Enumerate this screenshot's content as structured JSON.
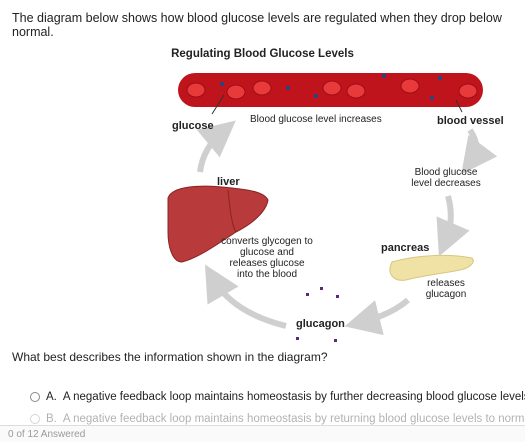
{
  "intro_text": "The diagram below shows how blood glucose levels are regulated when they drop below normal.",
  "diagram": {
    "title": "Regulating Blood Glucose Levels",
    "labels": {
      "glucose": "glucose",
      "blood_glucose_increases": "Blood glucose level increases",
      "blood_vessel": "blood vessel",
      "liver": "liver",
      "blood_glucose_decreases_1": "Blood glucose",
      "blood_glucose_decreases_2": "level decreases",
      "converts_1": "converts glycogen to",
      "converts_2": "glucose and",
      "converts_3": "releases glucose",
      "converts_4": "into the blood",
      "pancreas": "pancreas",
      "releases_1": "releases",
      "releases_2": "glucagon",
      "glucagon": "glucagon"
    },
    "colors": {
      "vessel": "#c0141c",
      "cell": "#e83a3a",
      "liver": "#b83a3a",
      "pancreas": "#f0e2a4",
      "arrow": "#cfcfcf",
      "glucagon_dot": "#5a2a7a",
      "glucose_dot": "#1a4a8a"
    }
  },
  "question": "What best describes the information shown in the diagram?",
  "options": [
    {
      "letter": "A.",
      "text": "A negative feedback loop maintains homeostasis by further decreasing blood glucose levels."
    },
    {
      "letter": "B.",
      "text": "A negative feedback loop maintains homeostasis by returning blood glucose levels to normal."
    }
  ],
  "footer_text": "0 of 12 Answered"
}
